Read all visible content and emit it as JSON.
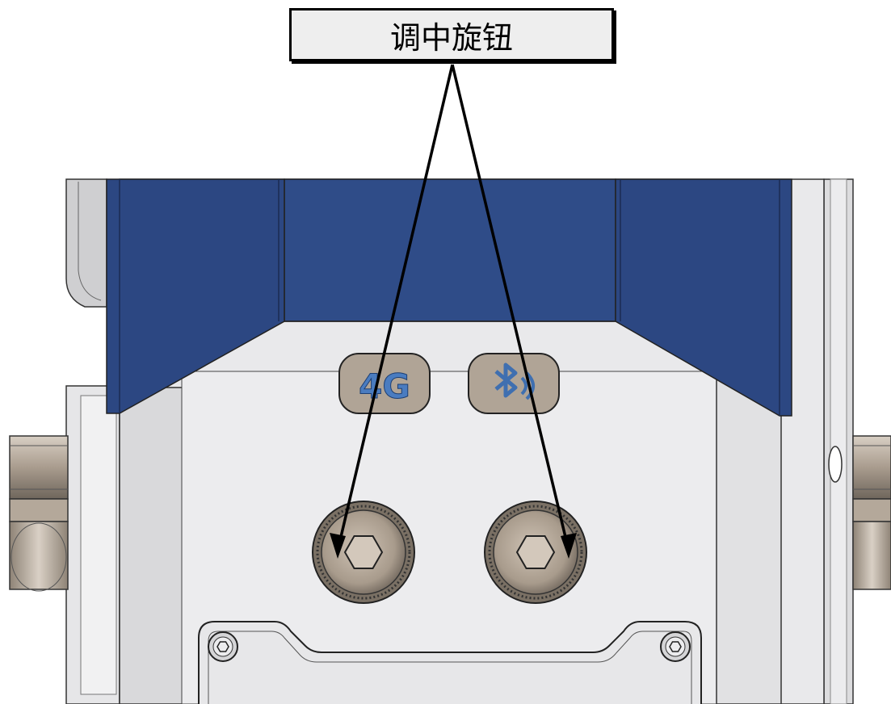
{
  "callout": {
    "label": "调中旋钮"
  },
  "badges": [
    {
      "id": "4g",
      "label": "4G",
      "icon": "cellular-4g-icon"
    },
    {
      "id": "bluetooth",
      "label": "",
      "icon": "bluetooth-icon"
    }
  ],
  "knobs": [
    {
      "id": "left",
      "icon": "hex-socket-icon"
    },
    {
      "id": "right",
      "icon": "hex-socket-icon"
    }
  ],
  "colors": {
    "panel_blue": "#2e4a86",
    "panel_blue_dark": "#243a6c",
    "housing_light": "#e9e9eb",
    "housing_side": "#d6d6d8",
    "brass": "#9c8f80",
    "brass_light": "#c8bcaf",
    "badge_bg": "#b0a496",
    "badge_text": "#3f6fb0",
    "arrow": "#000000"
  }
}
